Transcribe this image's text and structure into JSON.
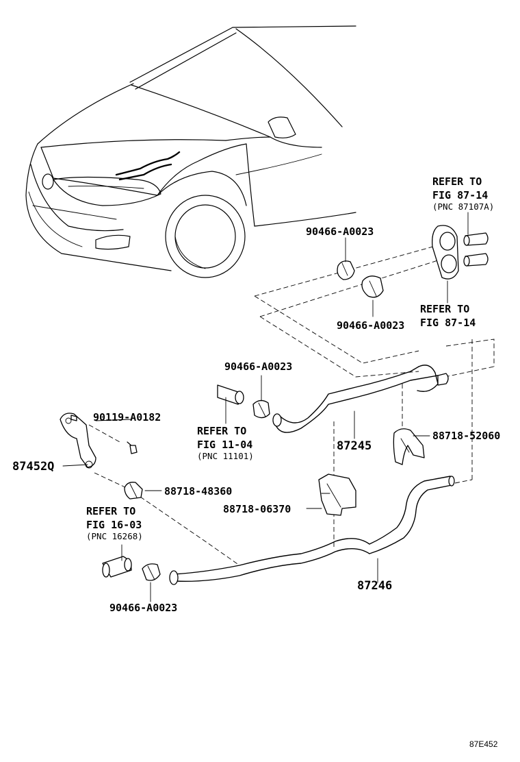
{
  "diagram": {
    "figure_code": "87E452",
    "labels": {
      "clip_upper_1": "90466-A0023",
      "clip_upper_2": "90466-A0023",
      "clip_mid": "90466-A0023",
      "clip_lower": "90466-A0023",
      "bolt": "90119-A0182",
      "bracket": "87452Q",
      "clamp_48360": "88718-48360",
      "clamp_06370": "88718-06370",
      "clamp_52060": "88718-52060",
      "hose_87245": "87245",
      "hose_87246": "87246"
    },
    "refer_notes": {
      "top_right": {
        "line1": "REFER TO",
        "line2": "FIG 87-14",
        "line3": "(PNC 87107A)"
      },
      "right_mid": {
        "line1": "REFER TO",
        "line2": "FIG 87-14"
      },
      "center": {
        "line1": "REFER TO",
        "line2": "FIG 11-04",
        "line3": "(PNC 11101)"
      },
      "left": {
        "line1": "REFER TO",
        "line2": "FIG 16-03",
        "line3": "(PNC 16268)"
      }
    }
  }
}
